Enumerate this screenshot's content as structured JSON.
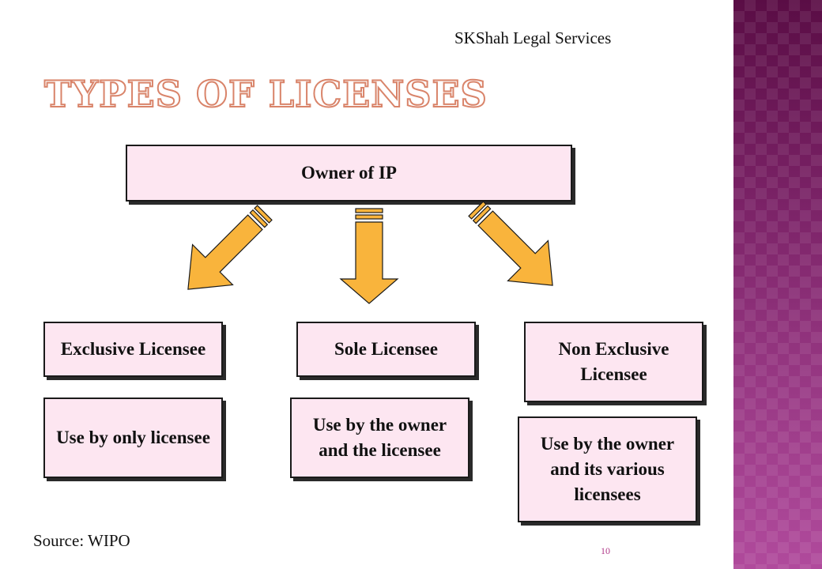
{
  "header": {
    "org": "SKShah Legal Services"
  },
  "title": "Types of Licenses",
  "diagram": {
    "root": "Owner of IP",
    "types": [
      {
        "label": "Exclusive Licensee",
        "usage": "Use by only licensee"
      },
      {
        "label": "Sole Licensee",
        "usage": "Use by the owner and the licensee"
      },
      {
        "label": "Non Exclusive Licensee",
        "usage": "Use by the owner and its various licensees"
      }
    ]
  },
  "colors": {
    "arrow_fill": "#f9b43c",
    "box_fill": "#fde6f1",
    "title_outline": "#d9846a",
    "sidebar": "#7a2266"
  },
  "footer": {
    "source": "Source: WIPO",
    "page_number": "10"
  }
}
